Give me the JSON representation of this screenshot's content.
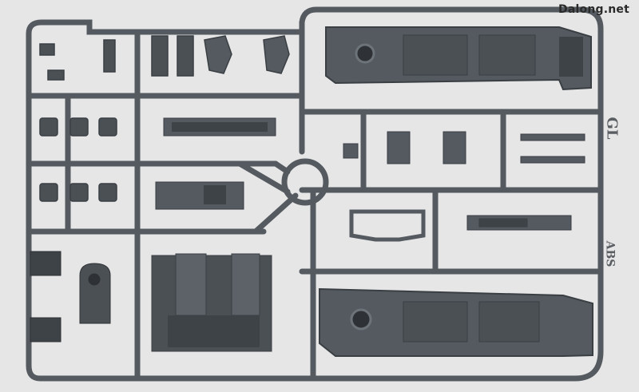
{
  "photo": {
    "watermark": "Dalong.net",
    "runner_tags": [
      "GL",
      "ABS"
    ]
  },
  "colors": {
    "background": "#e6e6e6",
    "plastic": "#545a60",
    "plastic_dark": "#3a3f44",
    "plastic_light": "#6c7379"
  }
}
